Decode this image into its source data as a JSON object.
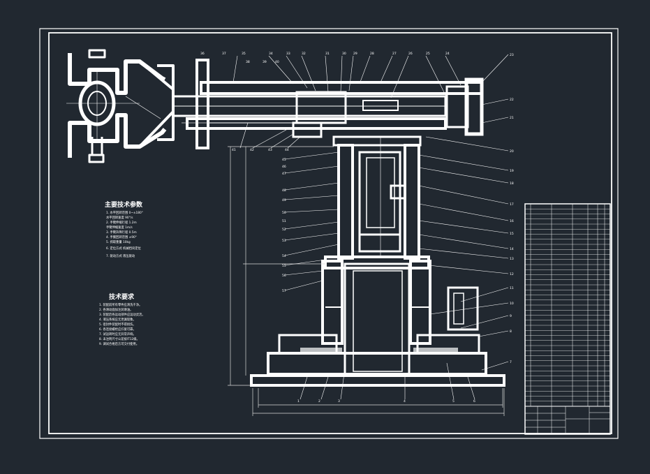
{
  "drawing": {
    "spec_title": "主要技术参数",
    "spec_lines": [
      "1. 水平回转范围 0~±180°",
      "   水平回转速度 90°/s",
      "2. 手臂伸缩行程 1.2m",
      "   手臂伸缩速度 1m/s",
      "3. 手臂升降行程 0.5m",
      "4. 手腕回转范围 ±90°",
      "5. 抓取重量 10kg",
      "6. 定位方式 机械挡块定位",
      "7. 驱动方式 液压驱动"
    ],
    "req_title": "技术要求",
    "req_lines": [
      "1. 装配前所有零件应清洗干净。",
      "2. 各滑动面加注润滑油。",
      "3. 装配后各运动部件应运动灵活。",
      "4. 液压系统应无泄漏现象。",
      "5. 密封件装配时不得损伤。",
      "6. 各连接螺栓应拧紧可靠。",
      "7. 试运转时应无异常声响。",
      "8. 未注明尺寸公差按IT12级。",
      "9. 调试合格后方可交付使用。"
    ],
    "part_callouts": [
      "1",
      "2",
      "3",
      "4",
      "5",
      "6",
      "7",
      "8",
      "9",
      "10",
      "11",
      "12",
      "13",
      "14",
      "15",
      "16",
      "17",
      "18",
      "19",
      "20",
      "21",
      "22",
      "23",
      "24",
      "25",
      "26",
      "27",
      "28",
      "29",
      "30",
      "31",
      "32",
      "33",
      "34",
      "35",
      "36",
      "37",
      "38",
      "39",
      "40",
      "41",
      "42",
      "43",
      "44",
      "45",
      "46",
      "47",
      "48",
      "49",
      "50",
      "51",
      "52",
      "53",
      "54",
      "55",
      "56",
      "57"
    ],
    "colors": {
      "background": "#212830",
      "lines": "#ffffff",
      "dimension": "#d8d8d8"
    },
    "title_block_rows": 40
  }
}
